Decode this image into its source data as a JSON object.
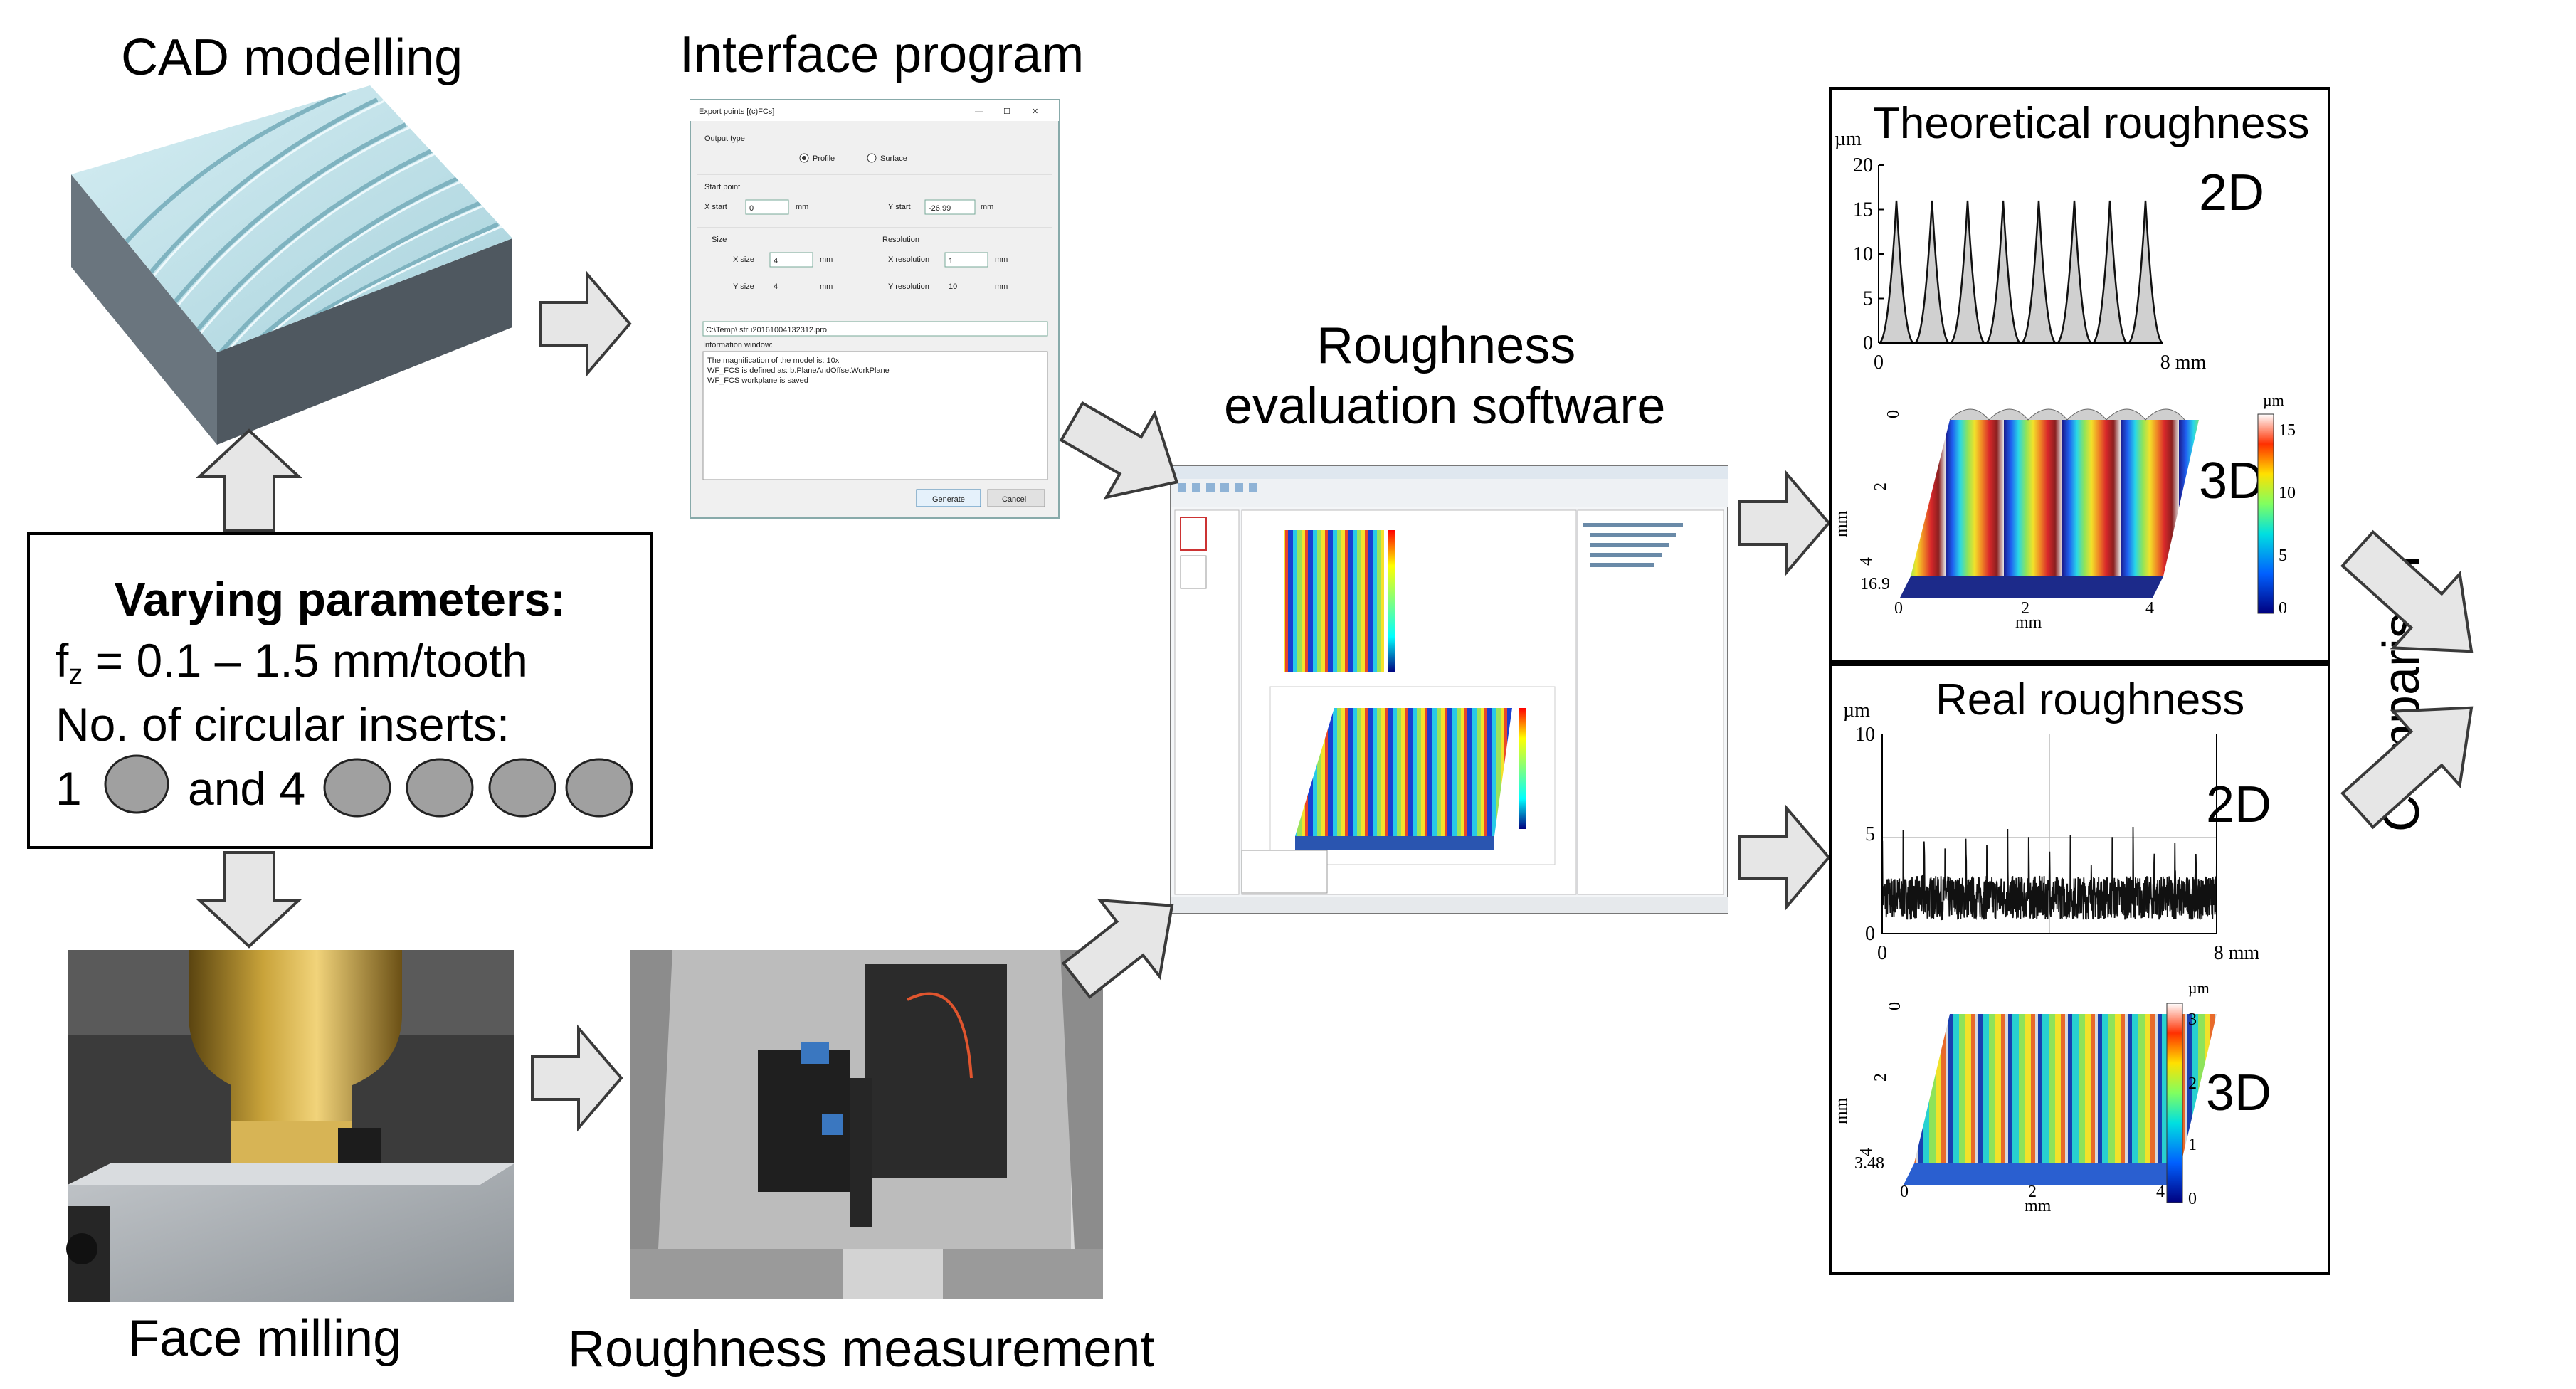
{
  "labels": {
    "cad": "CAD modelling",
    "interface": "Interface program",
    "software_line1": "Roughness",
    "software_line2": "evaluation software",
    "face_milling": "Face milling",
    "measurement": "Roughness measurement",
    "comparison": "Comparison"
  },
  "params": {
    "title": "Varying parameters:",
    "feed_prefix": "f",
    "feed_sub": "z",
    "feed_value": " = 0.1 – 1.5 mm/tooth",
    "inserts_label": "No. of circular inserts:",
    "count_one": "1",
    "and_four": "and 4"
  },
  "export_dialog": {
    "title": "Export points [(c)FCs]",
    "output_type": "Output type",
    "opt_profile": "Profile",
    "opt_surface": "Surface",
    "start_point": "Start point",
    "x_start": "X start",
    "x_start_val": "0",
    "y_start": "Y start",
    "y_start_val": "-26.99",
    "mm": "mm",
    "size": "Size",
    "resolution": "Resolution",
    "x_size": "X size",
    "x_size_val": "4",
    "y_size": "Y size",
    "y_size_val": "4",
    "x_res": "X resolution",
    "x_res_val": "1",
    "y_res": "Y resolution",
    "y_res_val": "10",
    "path": "C:\\Temp\\ stru20161004132312.pro",
    "info_window": "Information window:",
    "info_lines": [
      "The magnification of the model is: 10x",
      "WF_FCS is defined as: b.PlaneAndOffsetWorkPlane",
      "WF_FCS workplane is saved"
    ],
    "generate": "Generate",
    "cancel": "Cancel"
  },
  "theoretical_panel": {
    "title": "Theoretical roughness",
    "label_2d": "2D",
    "label_3d": "3D",
    "unit_um": "µm",
    "unit_mm": "mm",
    "y_ticks": [
      "20",
      "15",
      "10",
      "5",
      "0"
    ],
    "x_ticks": [
      "0",
      "8 mm"
    ],
    "surf_x_ticks": [
      "0",
      "2",
      "4"
    ],
    "surf_y_ticks": [
      "0",
      "2",
      "4"
    ],
    "surf_height": "16.9",
    "colorbar_ticks": [
      "15",
      "10",
      "5",
      "0"
    ]
  },
  "real_panel": {
    "title": "Real roughness",
    "label_2d": "2D",
    "label_3d": "3D",
    "unit_um": "µm",
    "unit_mm": "mm",
    "y_ticks": [
      "10",
      "5",
      "0"
    ],
    "x_ticks": [
      "0",
      "8 mm"
    ],
    "surf_x_ticks": [
      "0",
      "2",
      "4"
    ],
    "surf_y_ticks": [
      "0",
      "2",
      "4"
    ],
    "surf_height": "3.48",
    "colorbar_ticks": [
      "3",
      "2",
      "1",
      "0"
    ]
  },
  "chart_data": [
    {
      "type": "line",
      "name": "theoretical-2d-profile",
      "xlim": [
        0,
        8
      ],
      "ylim": [
        0,
        20
      ],
      "x_unit": "mm",
      "y_unit": "µm",
      "peak_count": 8,
      "peak_height": 16,
      "valley_height": 0
    },
    {
      "type": "line",
      "name": "real-2d-profile",
      "xlim": [
        0,
        8
      ],
      "ylim": [
        0,
        10
      ],
      "x_unit": "mm",
      "y_unit": "µm",
      "peak_count": 16,
      "peak_height": 4.5,
      "mean_height": 1.8
    }
  ],
  "colors": {
    "arrow_fill": "#e6e6e6",
    "arrow_stroke": "#3a3a3a",
    "insert_fill": "#a0a0a0",
    "cad_top": "#b8dde6",
    "cad_side": "#5c6670"
  }
}
